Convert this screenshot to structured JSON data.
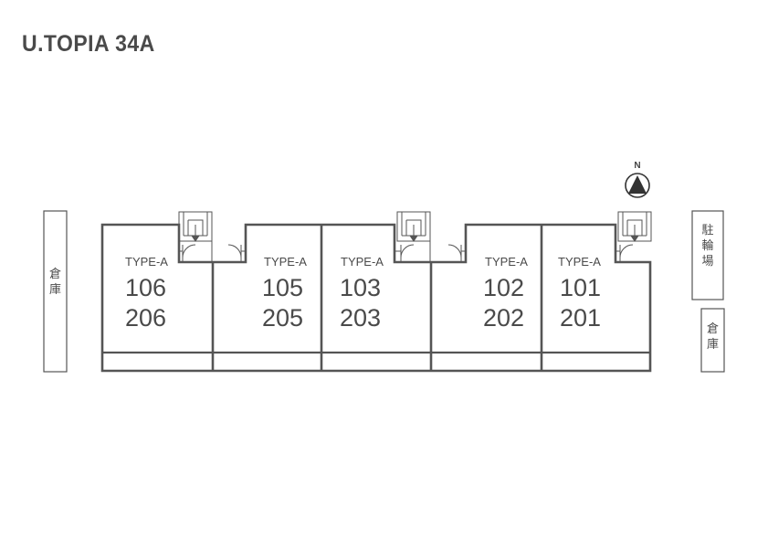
{
  "title": "U.TOPIA 34A",
  "north_label": "N",
  "left_structure": "倉庫",
  "right_top_structure": "駐輪場",
  "right_bottom_structure": "倉庫",
  "units": [
    {
      "type": "TYPE-A",
      "upper": "106",
      "lower": "206"
    },
    {
      "type": "TYPE-A",
      "upper": "105",
      "lower": "205"
    },
    {
      "type": "TYPE-A",
      "upper": "103",
      "lower": "203"
    },
    {
      "type": "TYPE-A",
      "upper": "102",
      "lower": "202"
    },
    {
      "type": "TYPE-A",
      "upper": "101",
      "lower": "201"
    }
  ]
}
